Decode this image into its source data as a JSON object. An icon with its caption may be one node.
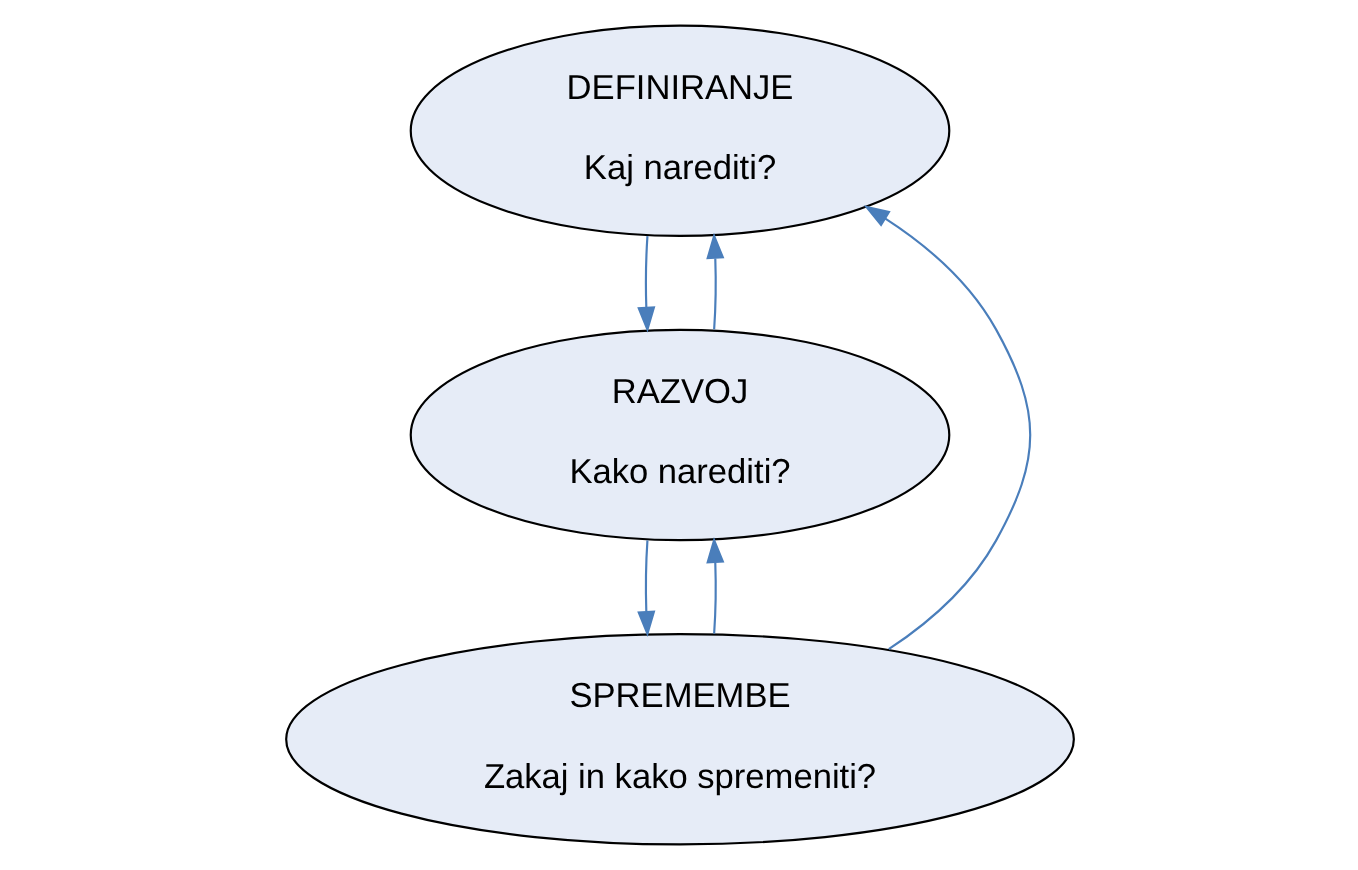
{
  "diagram": {
    "nodes": [
      {
        "text": [
          "DEFINIRANJE",
          "Kaj narediti?"
        ]
      },
      {
        "text": [
          "RAZVOJ",
          "Kako narediti?"
        ]
      },
      {
        "text": [
          "SPREMEMBE",
          "Zakaj in kako spremeniti?"
        ]
      }
    ],
    "edges": [
      {
        "from": 0,
        "to": 1,
        "arrow": "to"
      },
      {
        "from": 1,
        "to": 2,
        "arrow": "to"
      },
      {
        "from": 1,
        "to": 0,
        "arrow": "to"
      },
      {
        "from": 2,
        "to": 0,
        "arrow": "to"
      },
      {
        "from": 2,
        "to": 1,
        "arrow": "to"
      }
    ]
  }
}
